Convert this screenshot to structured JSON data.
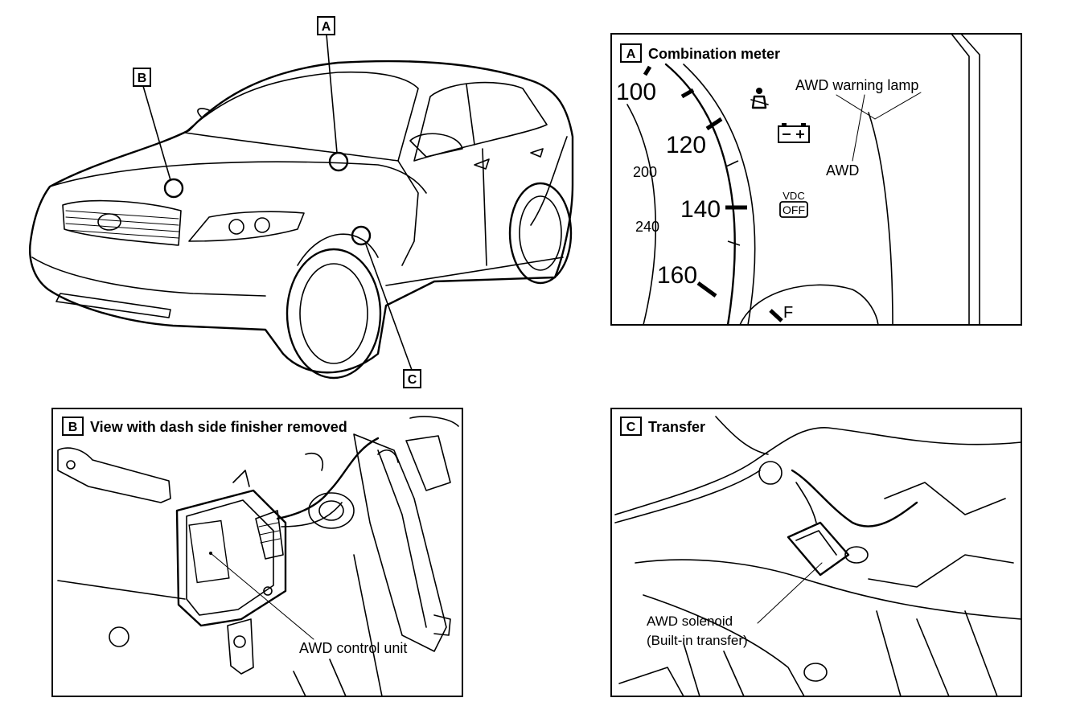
{
  "callouts": {
    "a": "A",
    "b": "B",
    "c": "C"
  },
  "panel_a": {
    "tag": "A",
    "title": "Combination meter",
    "warning_lamp_label": "AWD warning lamp",
    "lamp_text": "AWD",
    "speed_mph": [
      "100",
      "120",
      "140",
      "160"
    ],
    "speed_kmh": [
      "200",
      "240"
    ],
    "vdc_label": "VDC",
    "vdc_off": "OFF",
    "fuel_label": "F"
  },
  "panel_b": {
    "tag": "B",
    "title": "View with dash side finisher removed",
    "unit_label": "AWD control unit"
  },
  "panel_c": {
    "tag": "C",
    "title": "Transfer",
    "solenoid_label_1": "AWD solenoid",
    "solenoid_label_2": "(Built-in transfer)"
  }
}
